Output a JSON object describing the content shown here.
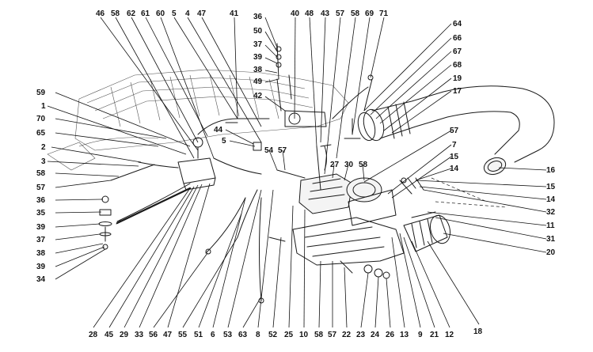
{
  "diagram": {
    "callouts": [
      {
        "id": "c46a",
        "label": "46"
      },
      {
        "id": "c58a",
        "label": "58"
      },
      {
        "id": "c62",
        "label": "62"
      },
      {
        "id": "c61",
        "label": "61"
      },
      {
        "id": "c60",
        "label": "60"
      },
      {
        "id": "c5a",
        "label": "5"
      },
      {
        "id": "c4",
        "label": "4"
      },
      {
        "id": "c47a",
        "label": "47"
      },
      {
        "id": "c41",
        "label": "41"
      },
      {
        "id": "c36",
        "label": "36"
      },
      {
        "id": "c50",
        "label": "50"
      },
      {
        "id": "c37a",
        "label": "37"
      },
      {
        "id": "c39a",
        "label": "39"
      },
      {
        "id": "c38a",
        "label": "38"
      },
      {
        "id": "c49",
        "label": "49"
      },
      {
        "id": "c42",
        "label": "42"
      },
      {
        "id": "c40",
        "label": "40"
      },
      {
        "id": "c48",
        "label": "48"
      },
      {
        "id": "c43",
        "label": "43"
      },
      {
        "id": "c57a",
        "label": "57"
      },
      {
        "id": "c58b",
        "label": "58"
      },
      {
        "id": "c69",
        "label": "69"
      },
      {
        "id": "c71",
        "label": "71"
      },
      {
        "id": "c64",
        "label": "64"
      },
      {
        "id": "c66",
        "label": "66"
      },
      {
        "id": "c67",
        "label": "67"
      },
      {
        "id": "c68",
        "label": "68"
      },
      {
        "id": "c19",
        "label": "19"
      },
      {
        "id": "c17",
        "label": "17"
      },
      {
        "id": "c59",
        "label": "59"
      },
      {
        "id": "c1",
        "label": "1"
      },
      {
        "id": "c70",
        "label": "70"
      },
      {
        "id": "c65",
        "label": "65"
      },
      {
        "id": "c2",
        "label": "2"
      },
      {
        "id": "c3",
        "label": "3"
      },
      {
        "id": "c58c",
        "label": "58"
      },
      {
        "id": "c57b",
        "label": "57"
      },
      {
        "id": "c36b",
        "label": "36"
      },
      {
        "id": "c35",
        "label": "35"
      },
      {
        "id": "c39b",
        "label": "39"
      },
      {
        "id": "c37b",
        "label": "37"
      },
      {
        "id": "c38b",
        "label": "38"
      },
      {
        "id": "c39c",
        "label": "39"
      },
      {
        "id": "c34",
        "label": "34"
      },
      {
        "id": "c44",
        "label": "44"
      },
      {
        "id": "c5b",
        "label": "5"
      },
      {
        "id": "c54",
        "label": "54"
      },
      {
        "id": "c57c",
        "label": "57"
      },
      {
        "id": "c27",
        "label": "27"
      },
      {
        "id": "c30",
        "label": "30"
      },
      {
        "id": "c58d",
        "label": "58"
      },
      {
        "id": "c57d",
        "label": "57"
      },
      {
        "id": "c7",
        "label": "7"
      },
      {
        "id": "c15a",
        "label": "15"
      },
      {
        "id": "c14a",
        "label": "14"
      },
      {
        "id": "c16",
        "label": "16"
      },
      {
        "id": "c15b",
        "label": "15"
      },
      {
        "id": "c14b",
        "label": "14"
      },
      {
        "id": "c32",
        "label": "32"
      },
      {
        "id": "c11",
        "label": "11"
      },
      {
        "id": "c31",
        "label": "31"
      },
      {
        "id": "c20",
        "label": "20"
      },
      {
        "id": "c18",
        "label": "18"
      },
      {
        "id": "c28",
        "label": "28"
      },
      {
        "id": "c45",
        "label": "45"
      },
      {
        "id": "c29",
        "label": "29"
      },
      {
        "id": "c33",
        "label": "33"
      },
      {
        "id": "c56",
        "label": "56"
      },
      {
        "id": "c47b",
        "label": "47"
      },
      {
        "id": "c55",
        "label": "55"
      },
      {
        "id": "c51",
        "label": "51"
      },
      {
        "id": "c6",
        "label": "6"
      },
      {
        "id": "c53",
        "label": "53"
      },
      {
        "id": "c63",
        "label": "63"
      },
      {
        "id": "c8",
        "label": "8"
      },
      {
        "id": "c52",
        "label": "52"
      },
      {
        "id": "c25",
        "label": "25"
      },
      {
        "id": "c10",
        "label": "10"
      },
      {
        "id": "c58e",
        "label": "58"
      },
      {
        "id": "c57e",
        "label": "57"
      },
      {
        "id": "c22",
        "label": "22"
      },
      {
        "id": "c23",
        "label": "23"
      },
      {
        "id": "c24",
        "label": "24"
      },
      {
        "id": "c26",
        "label": "26"
      },
      {
        "id": "c13",
        "label": "13"
      },
      {
        "id": "c9",
        "label": "9"
      },
      {
        "id": "c21",
        "label": "21"
      },
      {
        "id": "c12",
        "label": "12"
      }
    ]
  }
}
